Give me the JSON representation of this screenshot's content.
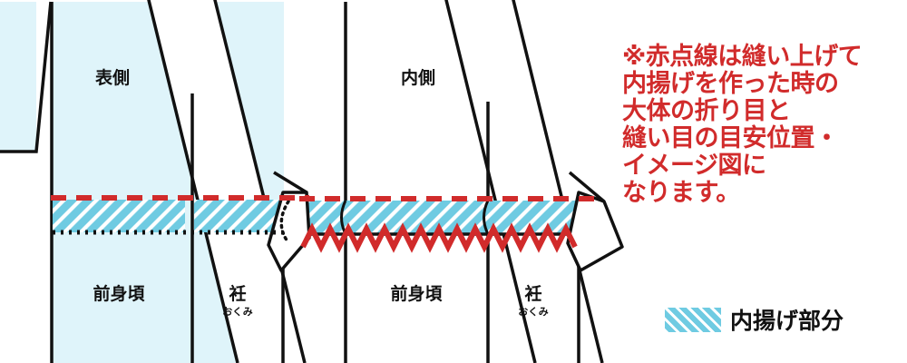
{
  "diagram": {
    "title_hidden": "",
    "labels": {
      "outer_side": "表側",
      "inner_side": "内側",
      "front_body_left": "前身頃",
      "front_body_right": "前身頃",
      "okumi_left_main": "衽",
      "okumi_left_ruby": "おくみ",
      "okumi_right_main": "衽",
      "okumi_right_ruby": "おくみ"
    },
    "colors": {
      "panel_fill": "#dff4fa",
      "hatch_base": "#6fcbe2",
      "hatch_stripe": "#ffffff",
      "outline": "#111111",
      "red_accent": "#d12b2b",
      "background": "#ffffff"
    }
  },
  "note": {
    "lines": [
      "※赤点線は縫い上げて",
      "内揚げを作った時の",
      "大体の折り目と",
      "縫い目の目安位置・",
      "イメージ図に",
      "なります。"
    ]
  },
  "legend": {
    "label": "内揚げ部分",
    "swatch_name": "hatched-swatch"
  }
}
